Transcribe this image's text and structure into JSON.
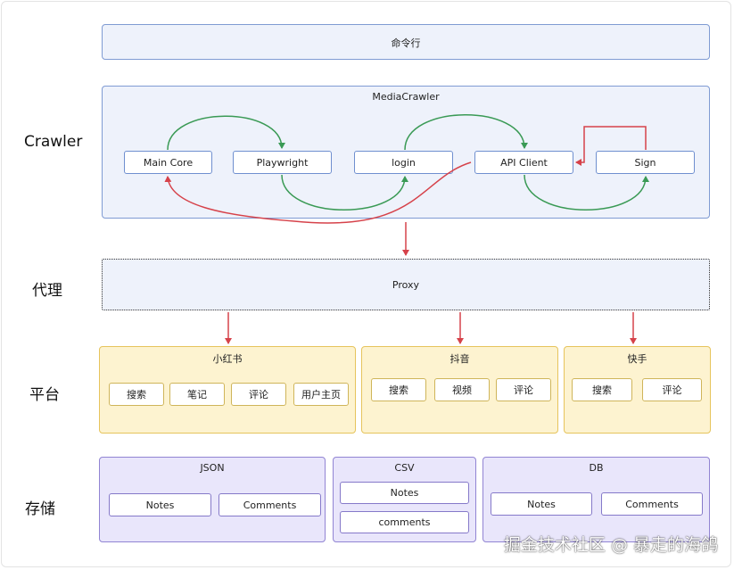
{
  "cli": {
    "label": "命令行"
  },
  "crawler": {
    "row_label": "Crawler",
    "box_title": "MediaCrawler",
    "nodes": {
      "main_core": "Main Core",
      "playwright": "Playwright",
      "login": "login",
      "api_client": "API Client",
      "sign": "Sign"
    }
  },
  "proxy": {
    "row_label": "代理",
    "box_title": "Proxy"
  },
  "platform": {
    "row_label": "平台",
    "xiaohongshu": {
      "title": "小红书",
      "items": [
        "搜索",
        "笔记",
        "评论",
        "用户主页"
      ]
    },
    "douyin": {
      "title": "抖音",
      "items": [
        "搜索",
        "视频",
        "评论"
      ]
    },
    "kuaishou": {
      "title": "快手",
      "items": [
        "搜索",
        "评论"
      ]
    }
  },
  "storage": {
    "row_label": "存储",
    "json": {
      "title": "JSON",
      "items": [
        "Notes",
        "Comments"
      ]
    },
    "csv": {
      "title": "CSV",
      "items": [
        "Notes",
        "comments"
      ]
    },
    "db": {
      "title": "DB",
      "items": [
        "Notes",
        "Comments"
      ]
    }
  },
  "watermark": {
    "text": "掘金技术社区 @ 暴走的海鸽"
  },
  "colors": {
    "green_arrow": "#3a9a55",
    "red_arrow": "#d6424a",
    "blue_border": "#7f9bd3",
    "yellow_border": "#e6c45c",
    "purple_border": "#9184d3"
  }
}
